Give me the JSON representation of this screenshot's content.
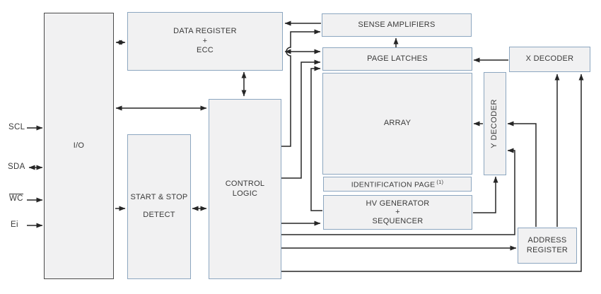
{
  "diagram": {
    "title": "EEPROM block diagram",
    "background": "#ffffff",
    "line_color": "#262626",
    "block_fill": "#f1f1f2",
    "block_border": "#8ca6c0",
    "io_border": "#4a4a4a",
    "text_color": "#3a3a3a"
  },
  "pins": [
    {
      "id": "scl",
      "label": "SCL",
      "overline": false,
      "direction": "in"
    },
    {
      "id": "sda",
      "label": "SDA",
      "overline": false,
      "direction": "bidirectional"
    },
    {
      "id": "wc",
      "label": "WC",
      "overline": true,
      "direction": "in"
    },
    {
      "id": "ei",
      "label": "Ei",
      "overline": false,
      "direction": "in"
    }
  ],
  "blocks": {
    "io": {
      "label": "I/O"
    },
    "data_register": {
      "lines": [
        "DATA REGISTER",
        "+",
        "ECC"
      ]
    },
    "start_stop": {
      "lines": [
        "START & STOP",
        "DETECT"
      ]
    },
    "control_logic": {
      "lines": [
        "CONTROL",
        "LOGIC"
      ]
    },
    "sense_amplifiers": {
      "label": "SENSE AMPLIFIERS"
    },
    "page_latches": {
      "label": "PAGE LATCHES"
    },
    "array": {
      "label": "ARRAY"
    },
    "identification_page": {
      "label": "IDENTIFICATION PAGE",
      "superscript": "(1)"
    },
    "hv_generator": {
      "lines": [
        "HV GENERATOR",
        "+",
        "SEQUENCER"
      ]
    },
    "x_decoder": {
      "label": "X DECODER"
    },
    "y_decoder": {
      "label": "Y DECODER"
    },
    "address_register": {
      "lines": [
        "ADDRESS",
        "REGISTER"
      ]
    }
  }
}
